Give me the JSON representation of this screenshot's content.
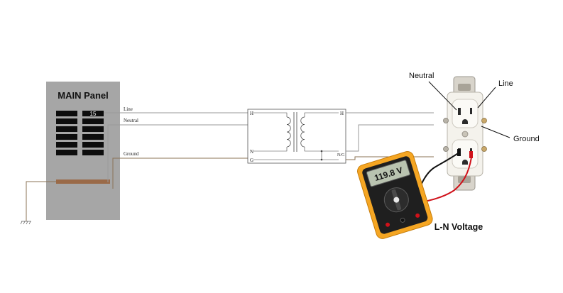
{
  "panel": {
    "title": "MAIN Panel",
    "breaker_number": "15"
  },
  "wires": {
    "line": "Line",
    "neutral": "Neutral",
    "ground": "Ground"
  },
  "transformer": {
    "h_left": "H",
    "n_left": "N",
    "g_left": "G",
    "h_right": "H",
    "n_right": "N/G"
  },
  "receptacle_labels": {
    "neutral": "Neutral",
    "line": "Line",
    "ground": "Ground"
  },
  "meter": {
    "reading": "119.8 V"
  },
  "caption": "L-N Voltage",
  "colors": {
    "panel_gray": "#a6a6a6",
    "bus_bar": "#9a6a48",
    "ground_wire": "#8b7355",
    "meter_body": "#f5a623",
    "probe_red": "#d0111a",
    "probe_black": "#111111"
  }
}
